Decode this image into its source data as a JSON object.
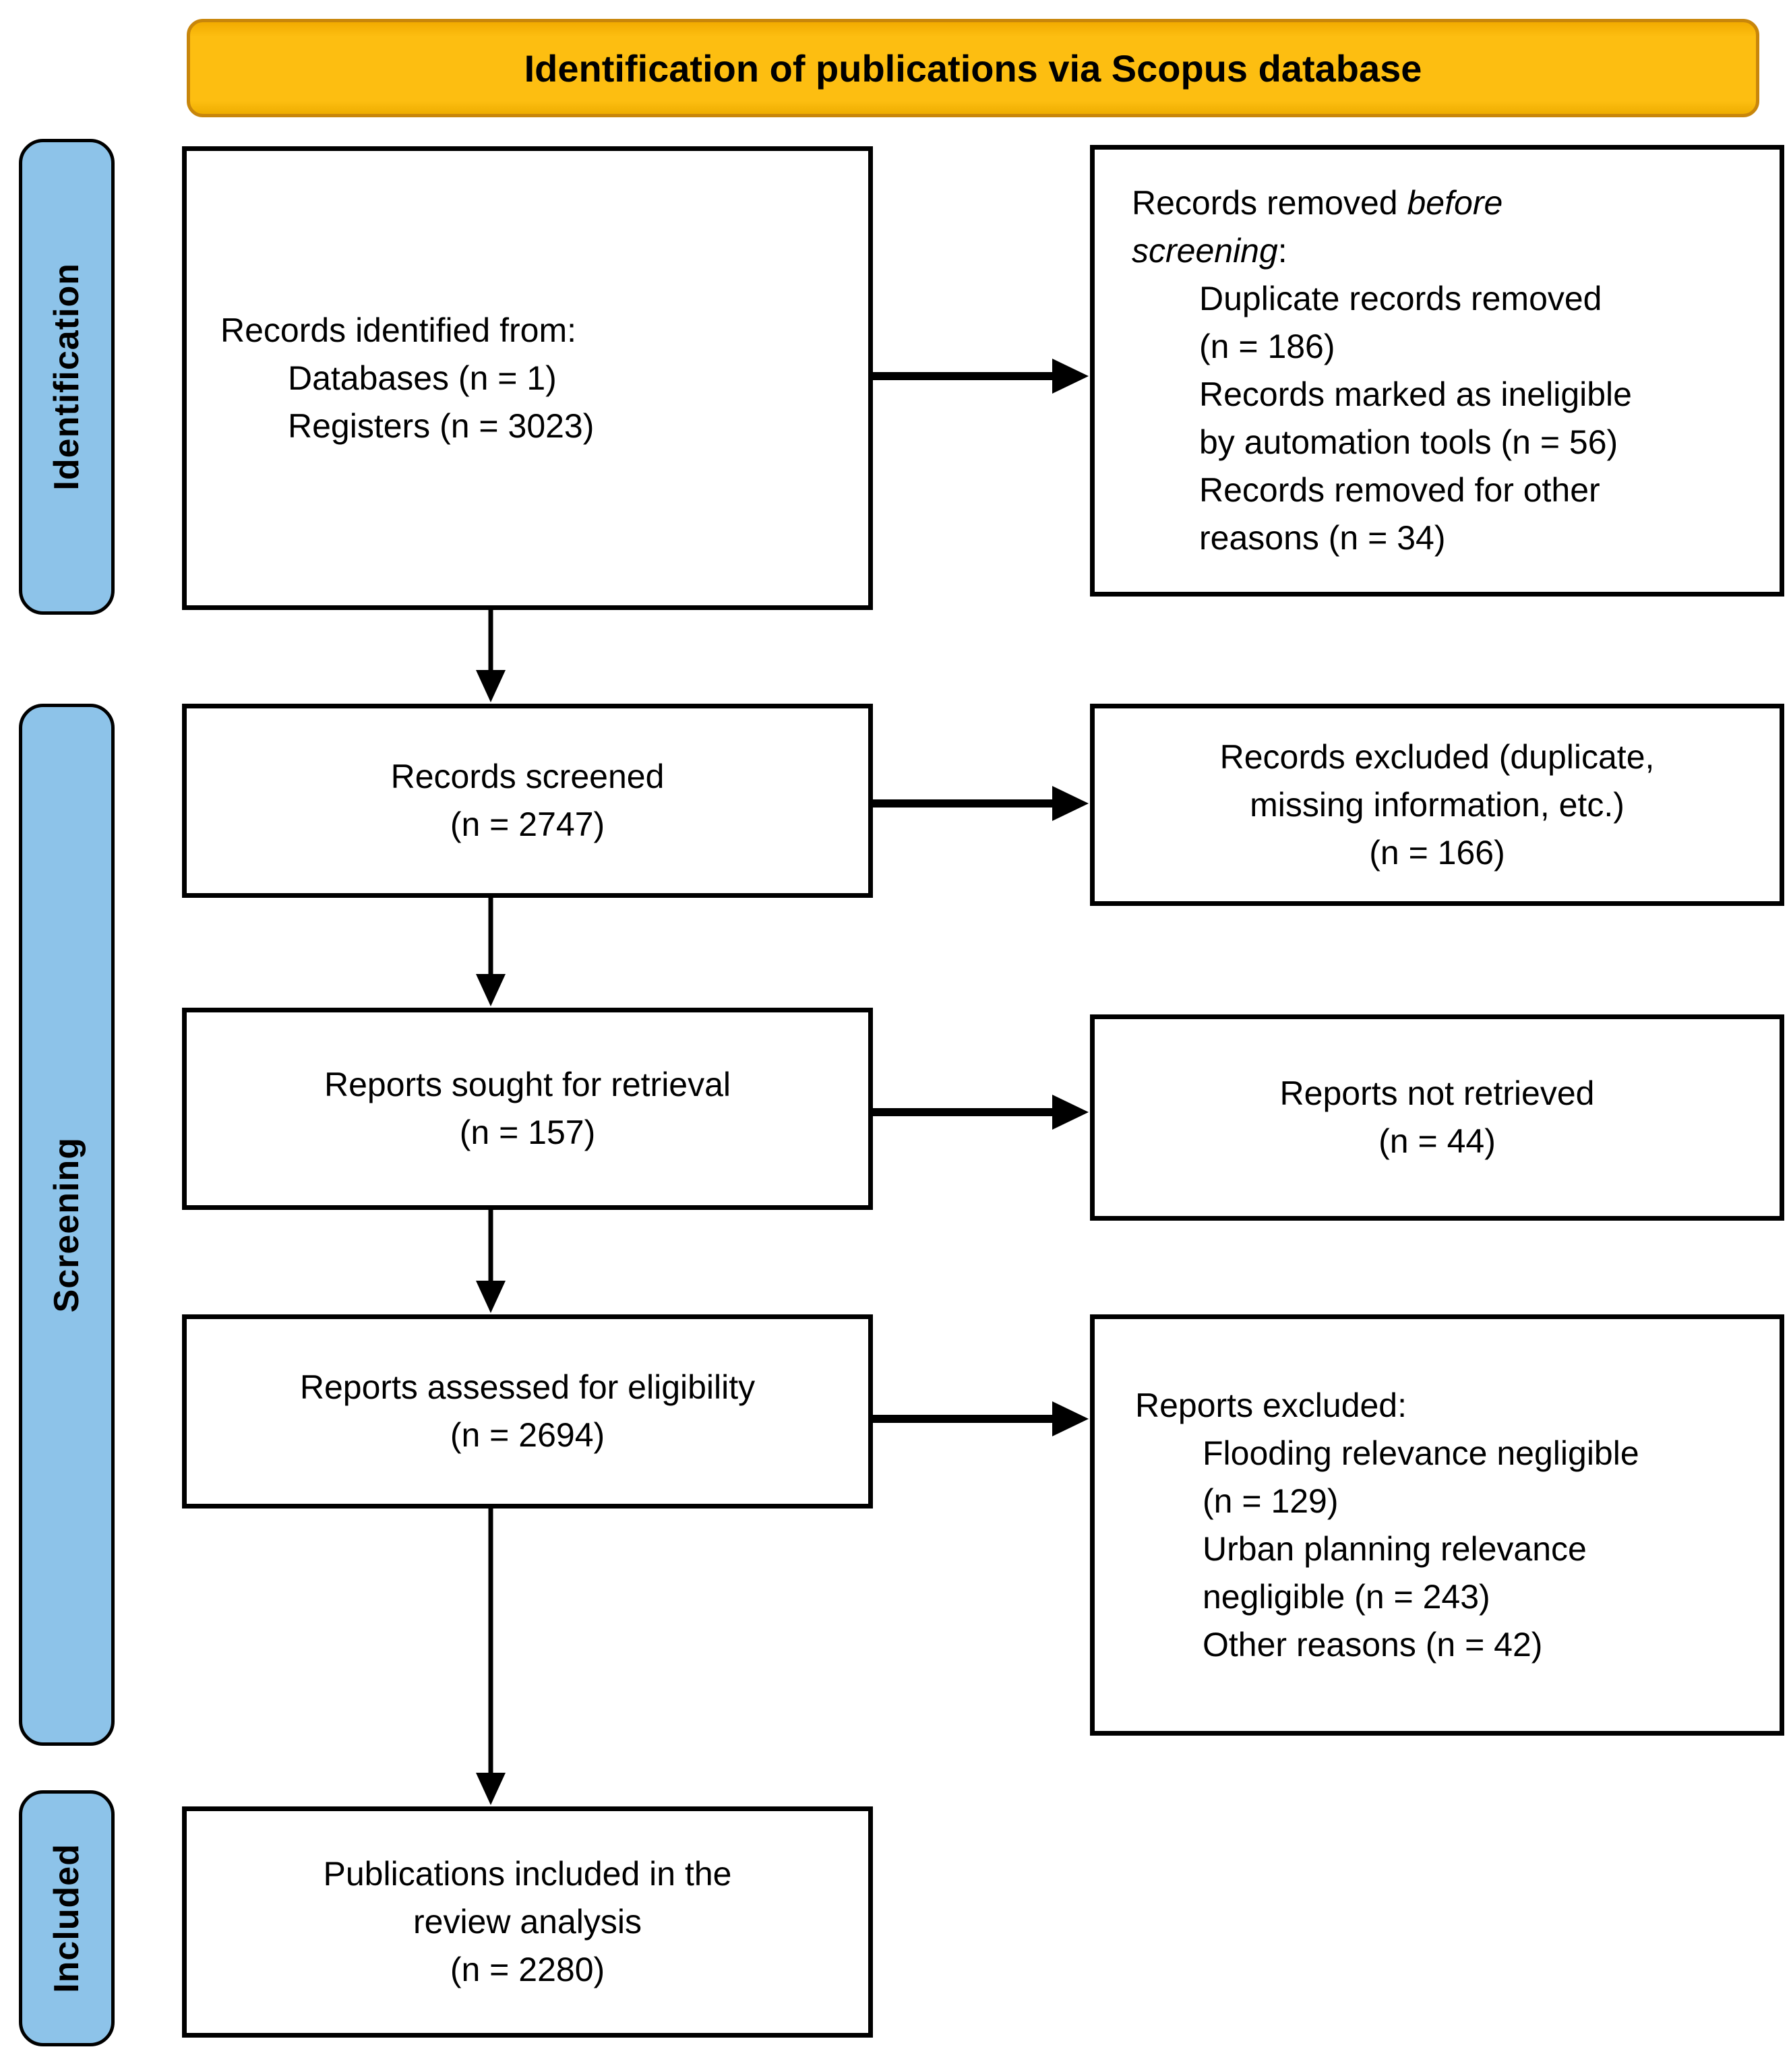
{
  "banner": {
    "title": "Identification of publications via Scopus database"
  },
  "stages": [
    {
      "label": "Identification"
    },
    {
      "label": "Screening"
    },
    {
      "label": "Included"
    }
  ],
  "flow": {
    "identified": {
      "title": "Records identified from:",
      "items": [
        "Databases (n = 1)",
        "Registers (n = 3023)"
      ]
    },
    "screened": {
      "label": "Records screened",
      "count": "(n = 2747)"
    },
    "sought": {
      "label": "Reports sought for retrieval",
      "count": "(n = 157)"
    },
    "assessed": {
      "label": "Reports assessed for eligibility",
      "count": "(n = 2694)"
    },
    "included": {
      "label": "Publications included in the review analysis",
      "count": "(n = 2280)"
    }
  },
  "exclusions": {
    "before_screening": {
      "title_prefix": "Records removed ",
      "title_italic": "before screening",
      "title_suffix": ":",
      "items": [
        "Duplicate records removed (n = 186)",
        "Records marked as ineligible by automation tools (n = 56)",
        "Records removed for other reasons (n = 34)"
      ]
    },
    "records_excluded": {
      "label": "Records excluded (duplicate, missing information, etc.)",
      "count": "(n = 166)"
    },
    "not_retrieved": {
      "label": "Reports not retrieved",
      "count": "(n = 44)"
    },
    "reports_excluded": {
      "title": "Reports excluded:",
      "items": [
        "Flooding relevance negligible (n = 129)",
        "Urban planning relevance negligible (n = 243)",
        "Other reasons (n = 42)"
      ]
    }
  },
  "colors": {
    "banner_fill": "#FDBE11",
    "banner_border": "#C8860B",
    "stage_fill": "#8DC3E9",
    "box_border": "#000000",
    "arrow": "#000000",
    "text": "#000000",
    "background": "#FFFFFF"
  }
}
